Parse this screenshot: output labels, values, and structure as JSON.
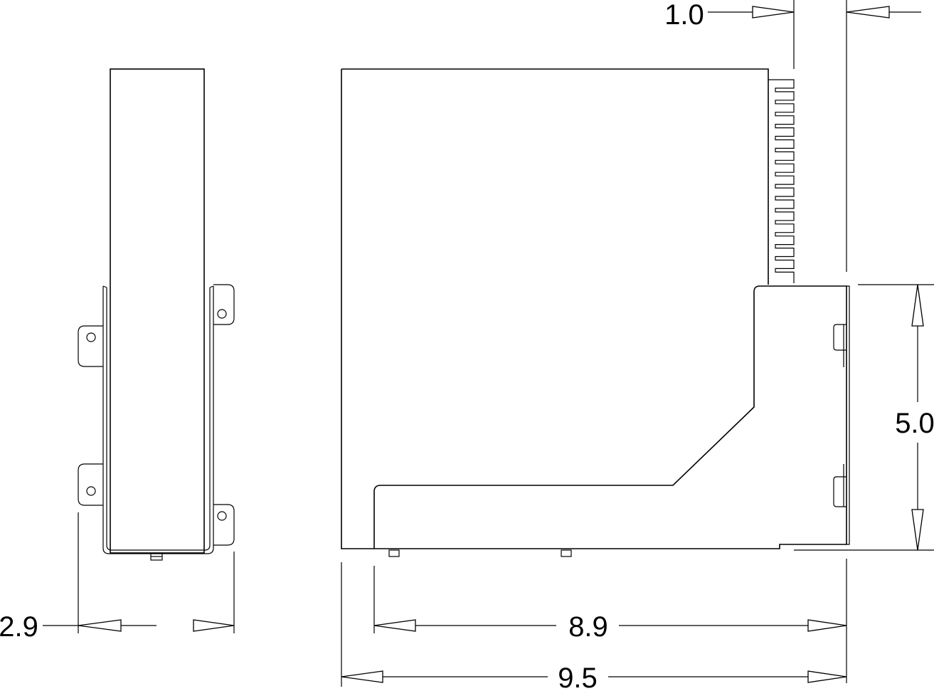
{
  "dimensions": {
    "side_width": "2.9",
    "base_depth": "8.9",
    "overall_depth": "9.5",
    "vertical_height": "5.0",
    "fin_depth": "1.0"
  }
}
